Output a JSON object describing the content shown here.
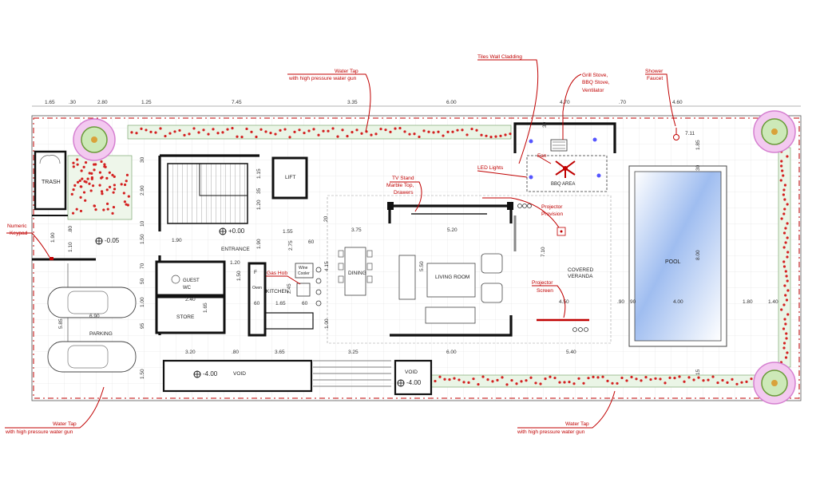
{
  "colors": {
    "accent_red": "#c00000",
    "wall": "#111111",
    "pool_water": "#5b8bd9",
    "planting_green": "#2e8b2e",
    "tile_grey": "#d6d6d6"
  },
  "dimensions_top": [
    "1.65",
    ".30",
    "2.80",
    "1.25",
    "7.45",
    "3.35",
    "6.00",
    "4.70",
    ".70",
    "4.60"
  ],
  "dimensions_bottom": [
    "3.20",
    ".80",
    "3.65",
    "3.25",
    "6.00",
    "5.40"
  ],
  "dimensions_misc": {
    "d7_11": "7.11",
    "d1_85": "1.85",
    "d30a": "30",
    "d30b": "30",
    "d30c": "30",
    "d2_90": "2.90",
    "d1_15": "1.15",
    "d35": "35",
    "d1_20a": "1.20",
    "d1_50a": "1.50",
    "d1_90a": "1.90",
    "d1_55": "1.55",
    "d2_75": "2.75",
    "d3_75": "3.75",
    "d5_20": "5.20",
    "d4_15": "4.15",
    "d5_50": "5.50",
    "d1_20b": "1.20",
    "d1_50b": "1.50",
    "d1_90b": "1.90",
    "d2_40": "2.40",
    "d1_65a": "1.65",
    "d1_65b": "1.65",
    "d2_45": "2.45",
    "d60a": "60",
    "d60b": "60",
    "d60c": "60",
    "d6_90": "6.90",
    "d5_85": "5.85",
    "d1_90c": "1.90",
    "d1_10": "1.10",
    "d80": ".80",
    "d7_10": "7.10",
    "d4_50": "4.50",
    "d90a": ".90",
    "d90b": "90",
    "d4_00": "4.00",
    "d1_80": "1.80",
    "d1_40": "1.40",
    "d8_00": "8.00",
    "d15": "15",
    "d1_00a": "1.00",
    "d1_00b": "1.00",
    "d50": "50",
    "d70": "70",
    "d10": "10",
    "d20": "20",
    "d95": "95",
    "d1_50c": "1.50"
  },
  "rooms": {
    "trash": "TRASH",
    "lift": "LIFT",
    "entrance": "ENTRANCE",
    "guest_wc": "GUEST\nWC",
    "guest": "GUEST",
    "wc": "WC",
    "store": "STORE",
    "kitchen": "KITCHEN",
    "dining": "DINING",
    "living_room": "LIVING ROOM",
    "covered_veranda_1": "COVERED",
    "covered_veranda_2": "VERANDA",
    "pool": "POOL",
    "parking": "PARKING",
    "void": "VOID",
    "bbq_area": "BBQ AREA",
    "fridge": "F",
    "oven": "Oven",
    "wine_cooler_1": "Wine",
    "wine_cooler_2": "Cooler"
  },
  "levels": {
    "entrance_level": "+0.00",
    "parking_level": "-0.05",
    "void_level_1": "-4.00",
    "void_level_2": "-4.00"
  },
  "annotations": {
    "water_tap_top_1": "Water Tap",
    "water_tap_top_2": "with high pressure water gun",
    "tiles_wall_cladding": "Tiles Wall Cladding",
    "grill_1": "Grill Stove,",
    "grill_2": "BBQ Stove,",
    "grill_3": "Ventilator",
    "shower_1": "Shower",
    "shower_2": "Faucet",
    "led_lights": "LED Lights",
    "fan": "Fan",
    "tv_1": "TV Stand",
    "tv_2": "Marble Top,",
    "tv_3": "Drawers",
    "projector_prov_1": "Projector",
    "projector_prov_2": "Provision",
    "projector_screen_1": "Projector",
    "projector_screen_2": "Screen",
    "keypad_1": "Numeric",
    "keypad_2": "Keypad",
    "gas_hob": "Gas Hob",
    "water_tap_bl_1": "Water Tap",
    "water_tap_bl_2": "with high pressure water gun",
    "water_tap_br_1": "Water Tap",
    "water_tap_br_2": "with high pressure water gun"
  }
}
